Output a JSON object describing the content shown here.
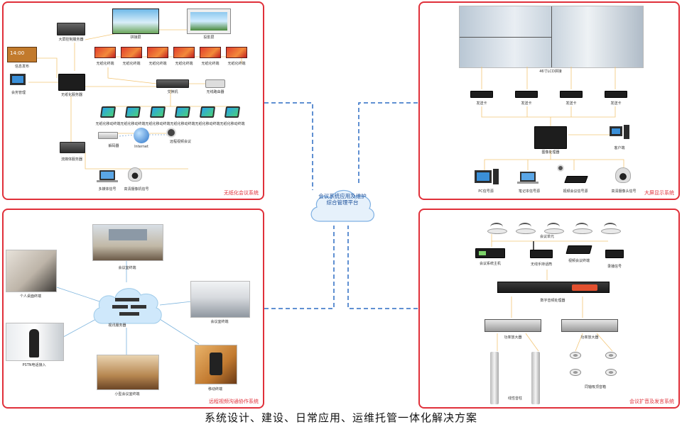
{
  "footer": {
    "title": "系统设计、建设、日常应用、运维托管一体化解决方案"
  },
  "center": {
    "text": "会议系统应用及维护综合管理平台"
  },
  "panels": {
    "wireless": {
      "title": "无纸化会议系统",
      "labels": {
        "display_screen": "拼接屏",
        "projector": "投影屏",
        "upper_server": "大屏控制服务器",
        "info_release": "信息发布",
        "terminal": "无纸化终端",
        "switch": "交换机",
        "wireless_router": "无线路由器",
        "wireless_server": "无纸化服务器",
        "ops_mgmt": "会务管理",
        "mobile_terminal": "无纸化移动终端",
        "decoder": "解码器",
        "internet": "Internet",
        "video_conf": "远程视频会议",
        "storage_server": "流媒体服务器",
        "media_signal": "多媒体信号",
        "hd_camera": "高清摄像机信号"
      },
      "terminal_count": 6,
      "mobile_count": 6
    },
    "bigscreen": {
      "title": "大屏显示系统",
      "labels": {
        "lcd": "46寸LCD拼接",
        "send_card": "发送卡",
        "processor": "图像处理器",
        "client": "客户端",
        "pc_signal": "PC信号源",
        "laptop": "笔记本信号源",
        "video_signal": "视频会议信号源",
        "camera": "高清摄像头信号"
      },
      "send_card_count": 4
    },
    "remote": {
      "title": "远程视频沟通协作系统",
      "labels": {
        "meeting_room": "会议室终端",
        "personal": "个人桌面终端",
        "conference_terminal": "会议室终端",
        "mcu": "视讯服务器",
        "pstn": "PSTN电话接入",
        "small_room": "小型会议室终端",
        "mobile": "移动终端"
      }
    },
    "audio": {
      "title": "会议扩音及发言系统",
      "labels": {
        "mic_unit": "会议单元",
        "main_unit": "会议系统主机",
        "wireless_mic": "无线手持话筒",
        "video_tracking": "视频会议终端",
        "signal": "录播信号",
        "dsp": "数字音频处理器",
        "power_amp1": "功率放大器",
        "power_amp2": "功率放大器",
        "column": "线性音柱",
        "ceiling": "同轴吸顶音箱"
      }
    }
  }
}
